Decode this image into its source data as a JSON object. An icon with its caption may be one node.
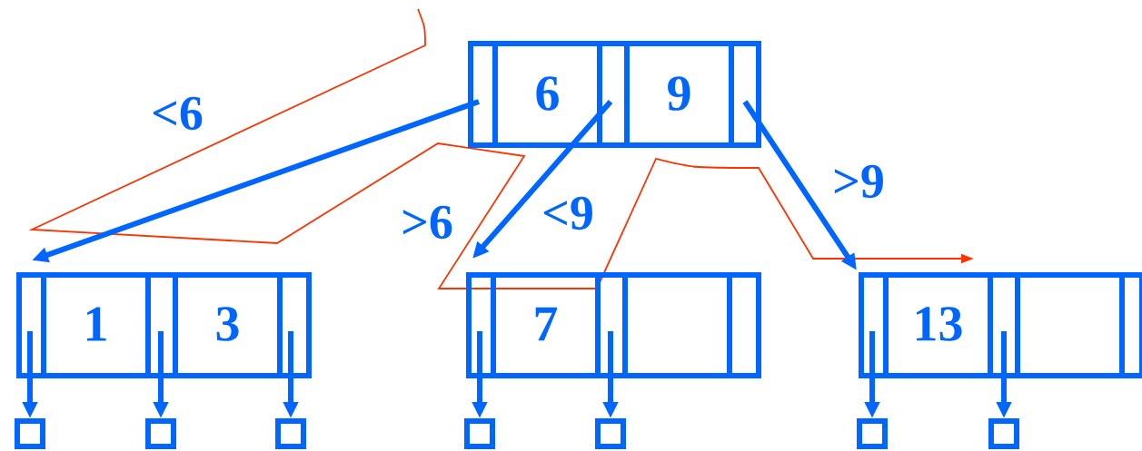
{
  "diagram": {
    "nodes": [
      {
        "text": [
          "6",
          "9"
        ]
      },
      {
        "text": [
          "1",
          "3"
        ]
      },
      {
        "text": [
          "7"
        ]
      },
      {
        "text": [
          "13"
        ]
      },
      {
        "text": [],
        "shape": "box"
      },
      {
        "text": [],
        "shape": "box"
      },
      {
        "text": [],
        "shape": "box"
      },
      {
        "text": [],
        "shape": "box"
      },
      {
        "text": [],
        "shape": "box"
      },
      {
        "text": [],
        "shape": "box"
      },
      {
        "text": [],
        "shape": "box"
      }
    ],
    "edges": [
      {
        "from": 0,
        "to": 1,
        "arrow": "to"
      },
      {
        "from": 0,
        "to": 2,
        "arrow": "to"
      },
      {
        "from": 0,
        "to": 3,
        "arrow": "to"
      },
      {
        "from": 1,
        "to": 4,
        "arrow": "to"
      },
      {
        "from": 1,
        "to": 5,
        "arrow": "to"
      },
      {
        "from": 1,
        "to": 6,
        "arrow": "to"
      },
      {
        "from": 2,
        "to": 7,
        "arrow": "to"
      },
      {
        "from": 2,
        "to": 8,
        "arrow": "to"
      },
      {
        "from": 3,
        "to": 9,
        "arrow": "to"
      },
      {
        "from": 3,
        "to": 10,
        "arrow": "to"
      }
    ],
    "labels": [
      "<6",
      ">6",
      "<9",
      ">9"
    ]
  }
}
